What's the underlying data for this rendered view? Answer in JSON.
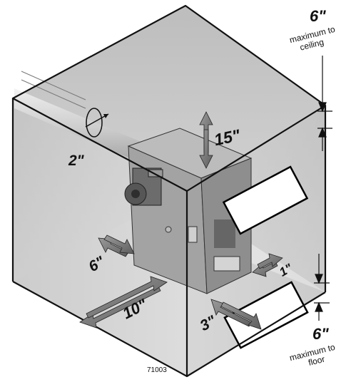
{
  "clearances": {
    "ceiling_value": "6\"",
    "ceiling_note_line1": "maximum to",
    "ceiling_note_line2": "ceiling",
    "top_value": "15\"",
    "flue_value": "2\"",
    "left_value": "6\"",
    "front_value": "10\"",
    "rear_value": "1\"",
    "side_value": "3\"",
    "floor_value": "6\"",
    "floor_note_line1": "maximum to",
    "floor_note_line2": "floor"
  },
  "figure_number": "71003",
  "colors": {
    "box_fill": "#c9c9c9",
    "box_top": "#b0b0b0",
    "boiler": "#a8a8a8",
    "outline": "#111111"
  },
  "icons": {
    "arrow": "double-headed-arrow",
    "opening": "vent-opening"
  }
}
